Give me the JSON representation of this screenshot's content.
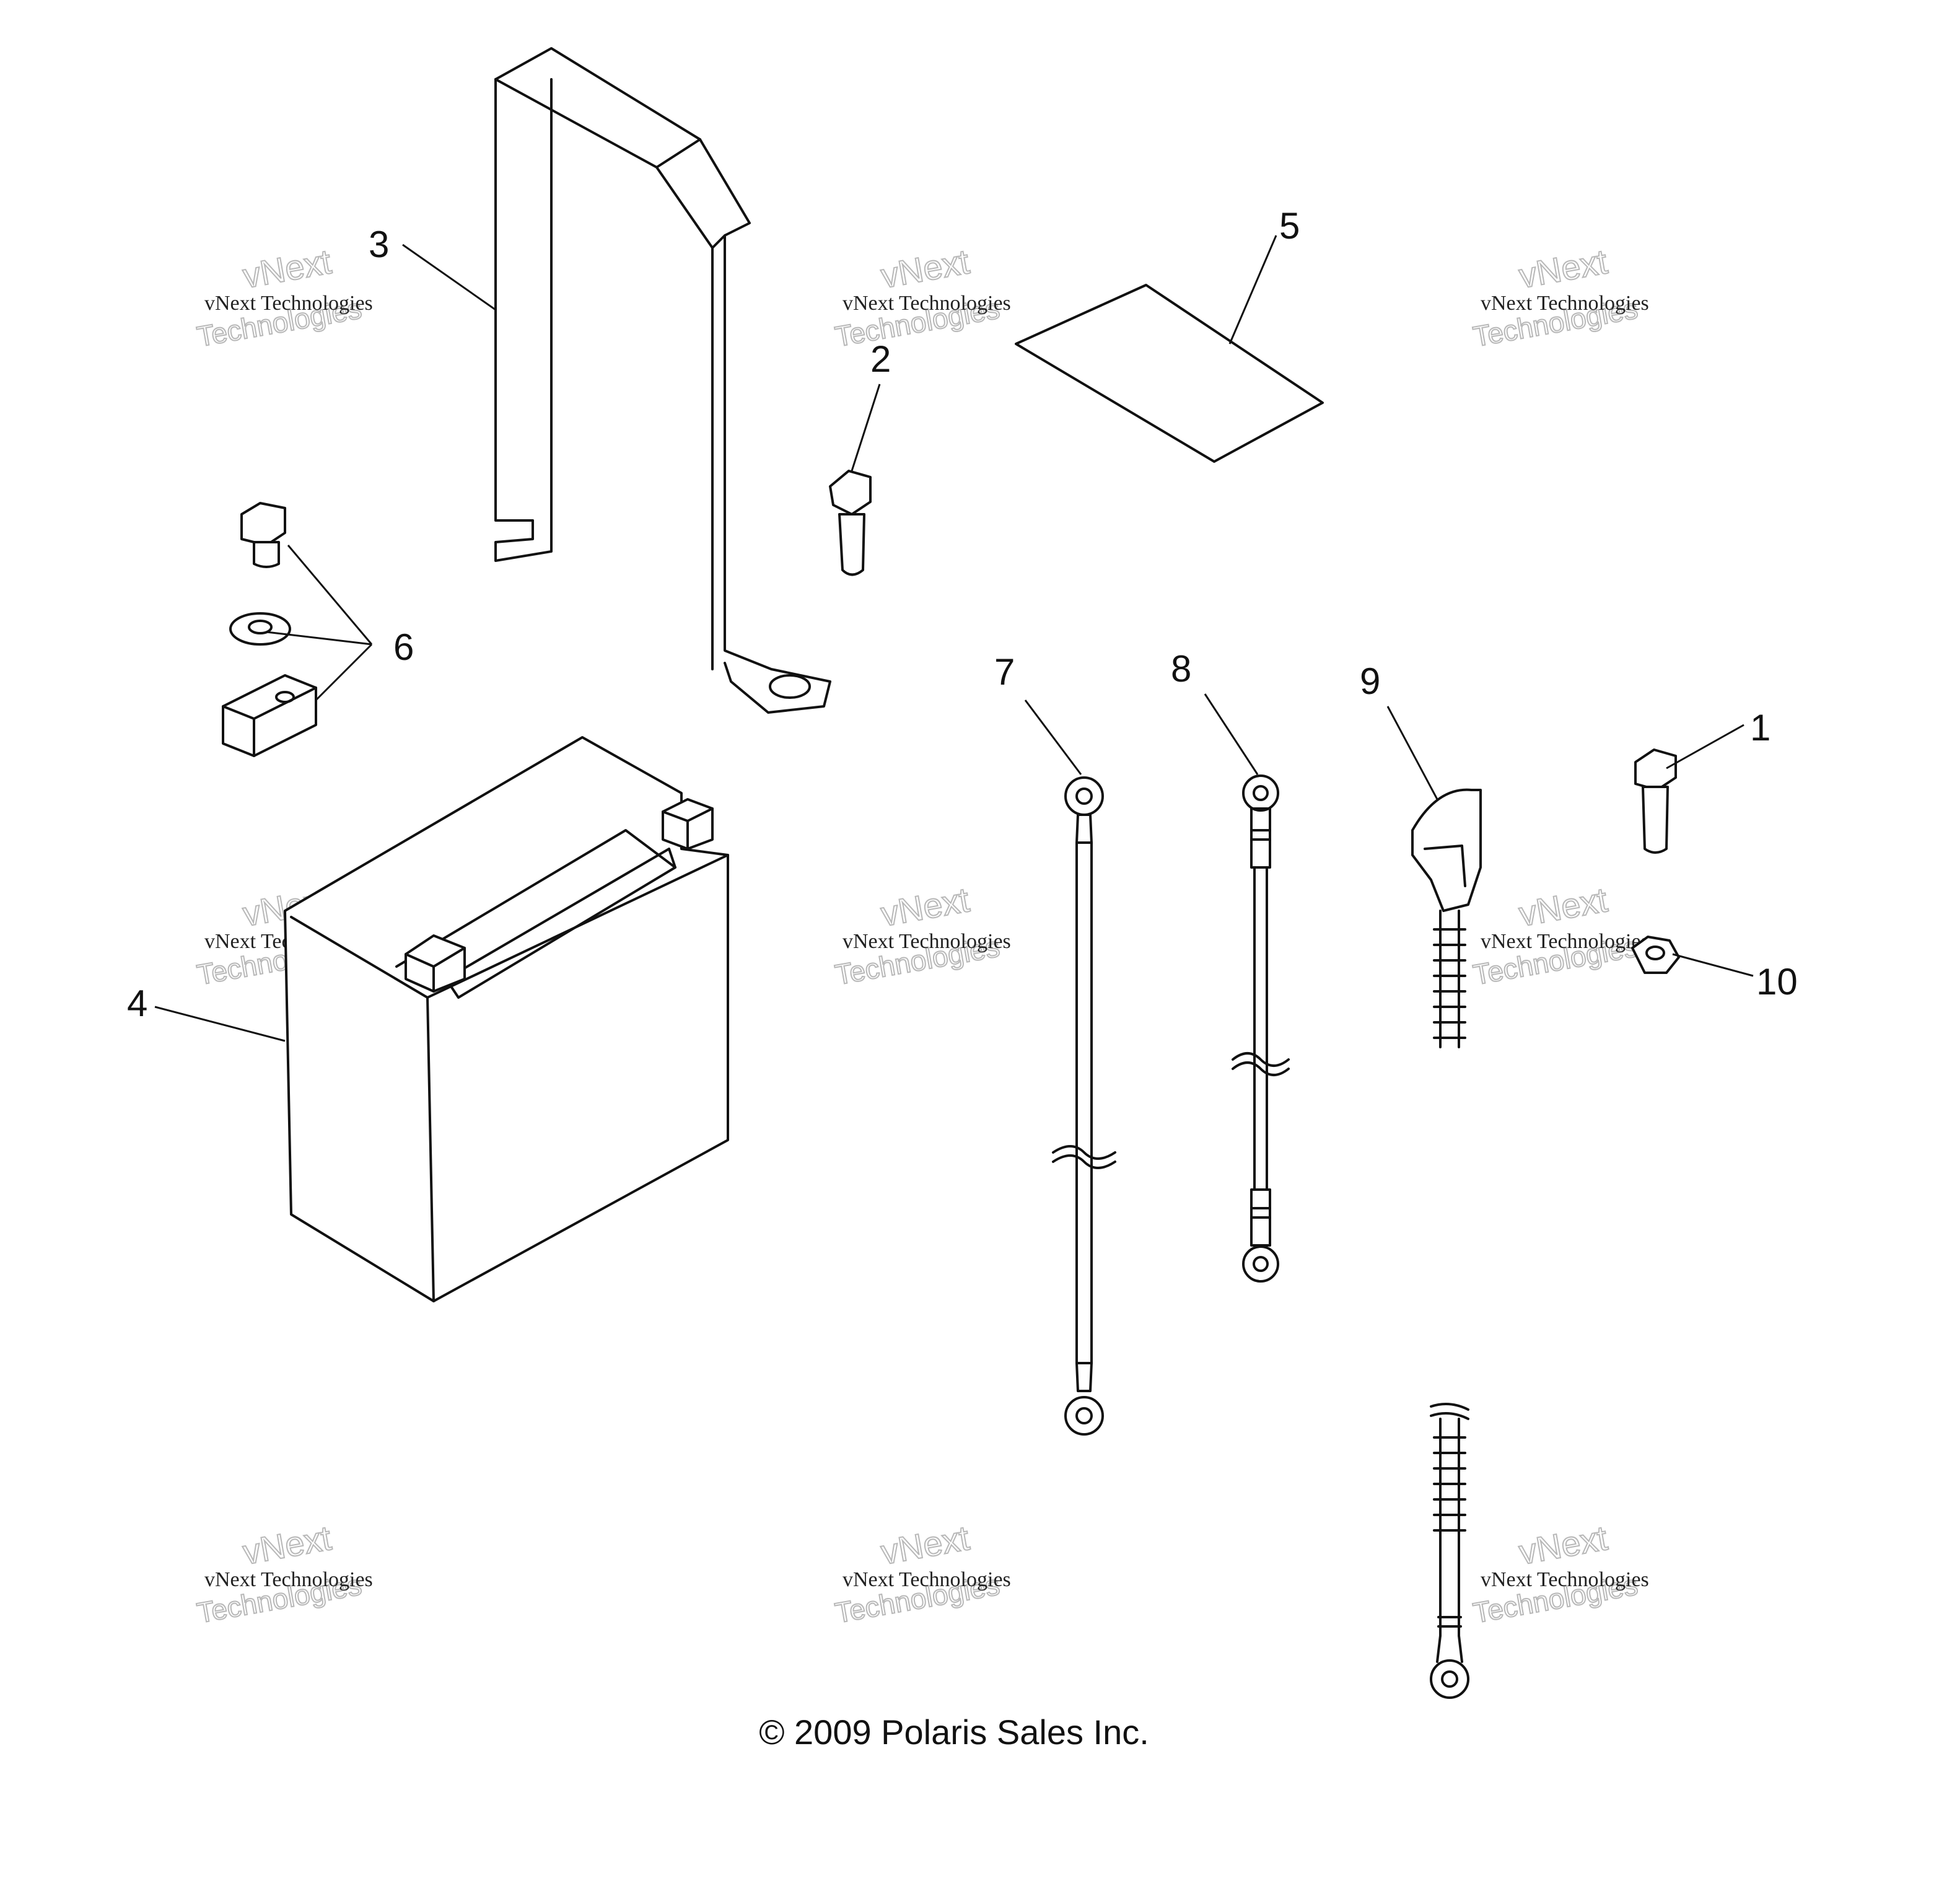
{
  "callouts": {
    "c1": "1",
    "c2": "2",
    "c3": "3",
    "c4": "4",
    "c5": "5",
    "c6": "6",
    "c7": "7",
    "c8": "8",
    "c9": "9",
    "c10": "10"
  },
  "watermark": {
    "line_small": "vNext Technologies",
    "line_top": "vNext",
    "line_large": "Technologies"
  },
  "copyright": "© 2009 Polaris Sales Inc."
}
